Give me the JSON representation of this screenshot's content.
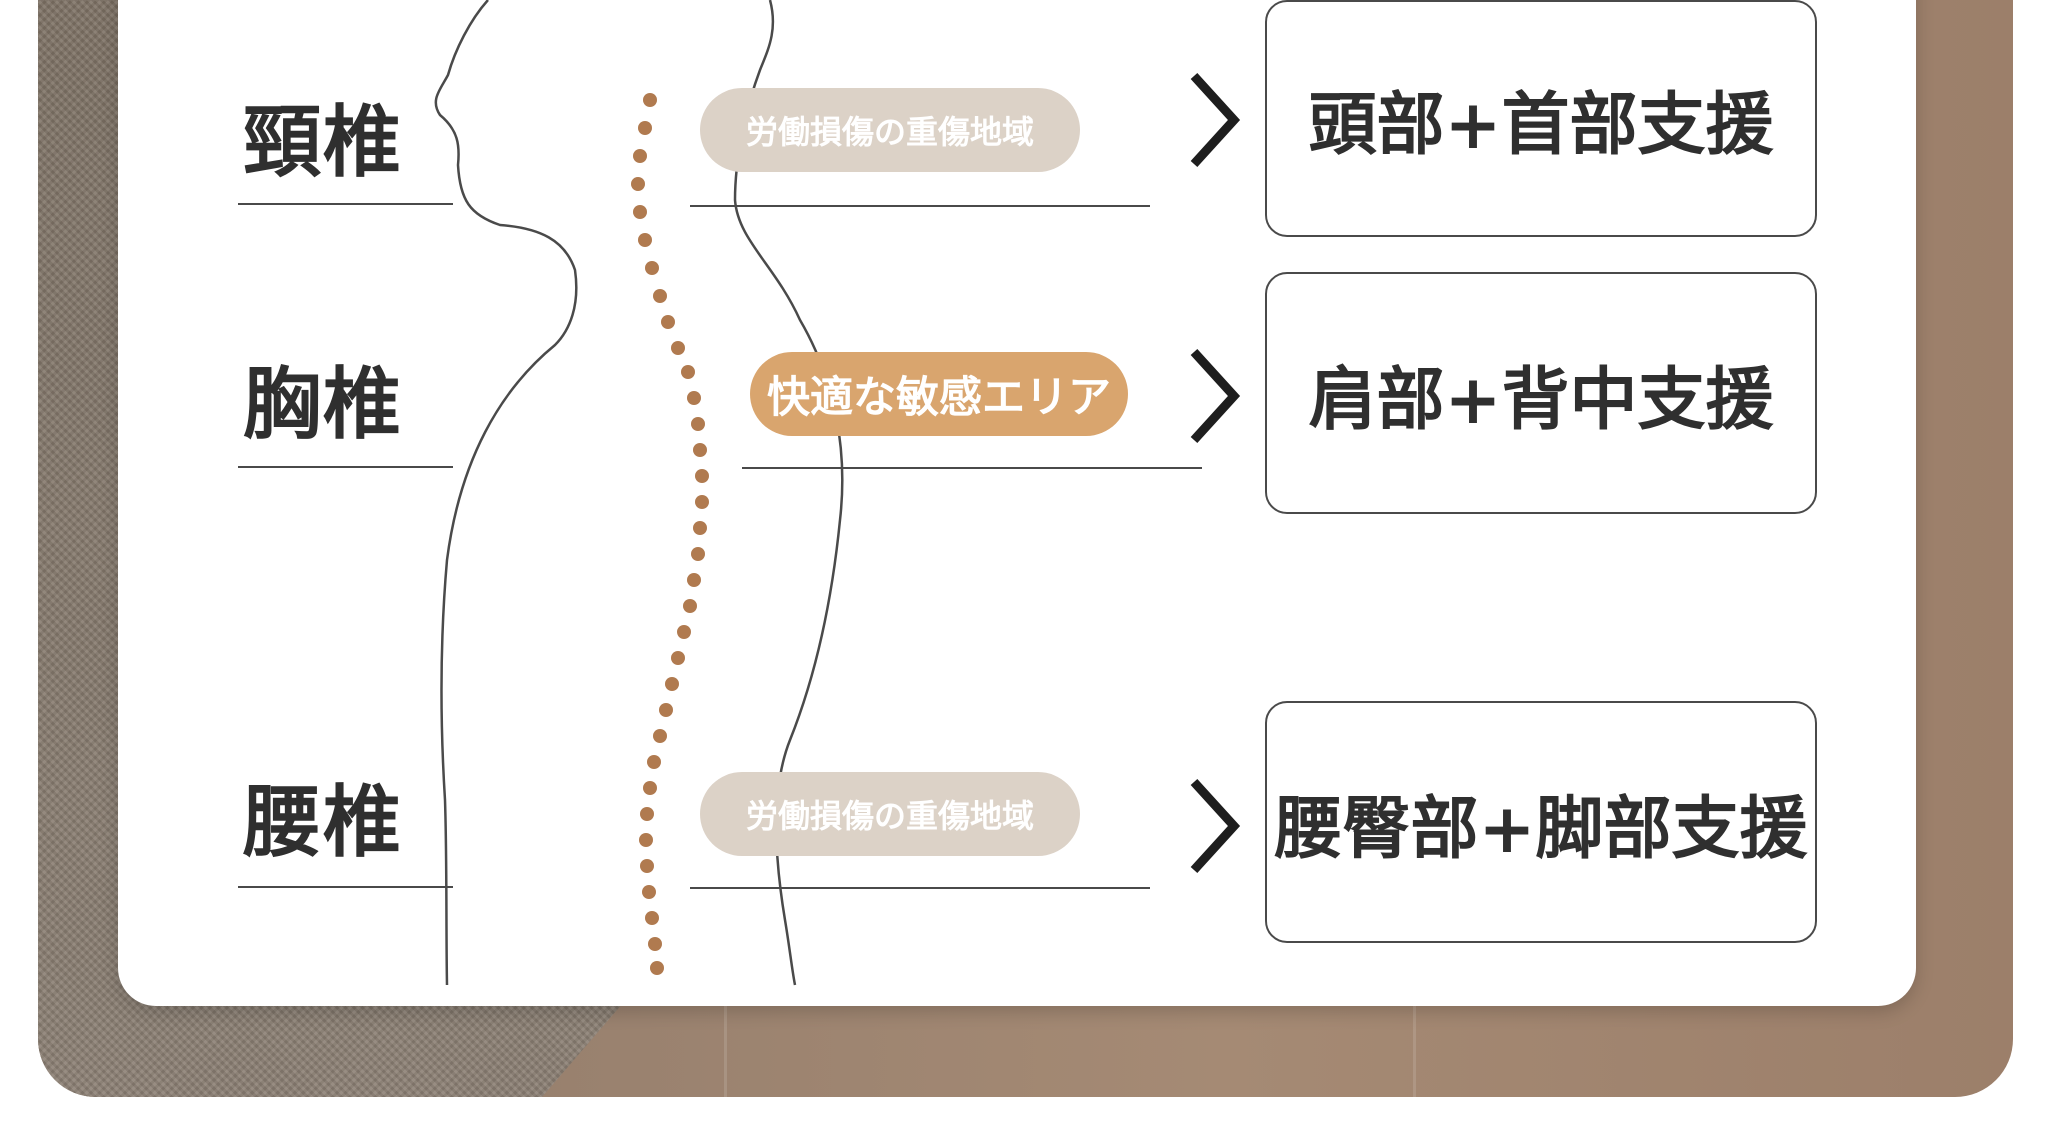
{
  "levels": [
    {
      "label": "頸椎",
      "tag": "労働損傷の重傷地域",
      "support": "頭部+首部支援",
      "highlight": false
    },
    {
      "label": "胸椎",
      "tag": "快適な敏感エリア",
      "support": "肩部+背中支援",
      "highlight": true
    },
    {
      "label": "腰椎",
      "tag": "労働損傷の重傷地域",
      "support": "腰臀部+脚部支援",
      "highlight": false
    }
  ],
  "colors": {
    "text": "#2f2f2f",
    "muted_pill": "#dcd2c7",
    "accent_pill": "#d9a56e",
    "spine_dots": "#b07a4f"
  },
  "icons": [
    "chevron-right-icon",
    "body-outline",
    "spine-dots"
  ]
}
